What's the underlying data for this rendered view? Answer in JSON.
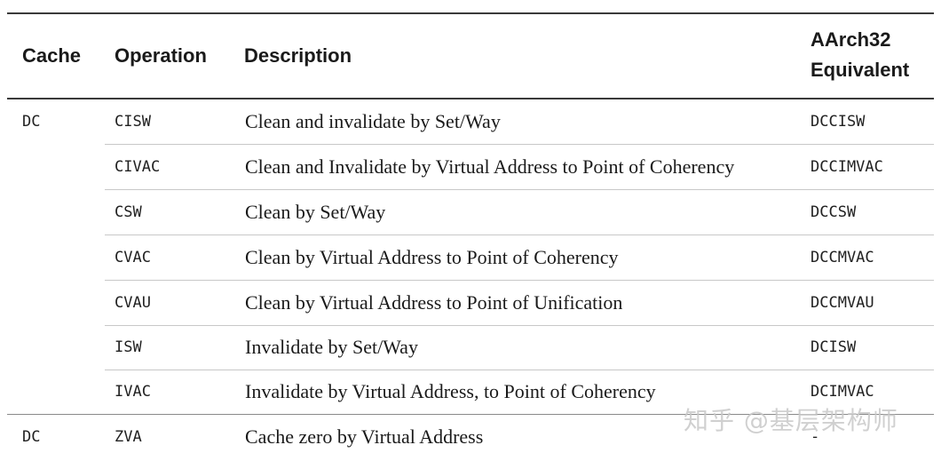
{
  "table": {
    "headers": {
      "cache": "Cache",
      "operation": "Operation",
      "description": "Description",
      "aarch32_line1": "AArch32",
      "aarch32_line2": "Equivalent"
    },
    "rows": [
      {
        "cache": "DC",
        "operation": "CISW",
        "description": "Clean and invalidate by Set/Way",
        "aarch32": "DCCISW"
      },
      {
        "cache": "",
        "operation": "CIVAC",
        "description": "Clean and Invalidate by Virtual Address to Point of Coherency",
        "aarch32": "DCCIMVAC"
      },
      {
        "cache": "",
        "operation": "CSW",
        "description": "Clean by Set/Way",
        "aarch32": "DCCSW"
      },
      {
        "cache": "",
        "operation": "CVAC",
        "description": "Clean by Virtual Address to Point of Coherency",
        "aarch32": "DCCMVAC"
      },
      {
        "cache": "",
        "operation": "CVAU",
        "description": "Clean by Virtual Address to Point of Unification",
        "aarch32": "DCCMVAU"
      },
      {
        "cache": "",
        "operation": "ISW",
        "description": "Invalidate by Set/Way",
        "aarch32": "DCISW"
      },
      {
        "cache": "",
        "operation": "IVAC",
        "description": "Invalidate by Virtual Address, to Point of Coherency",
        "aarch32": "DCIMVAC"
      },
      {
        "cache": "DC",
        "operation": "ZVA",
        "description": "Cache zero by Virtual Address",
        "aarch32": "-"
      }
    ]
  },
  "watermark": "知乎 @基层架构师"
}
